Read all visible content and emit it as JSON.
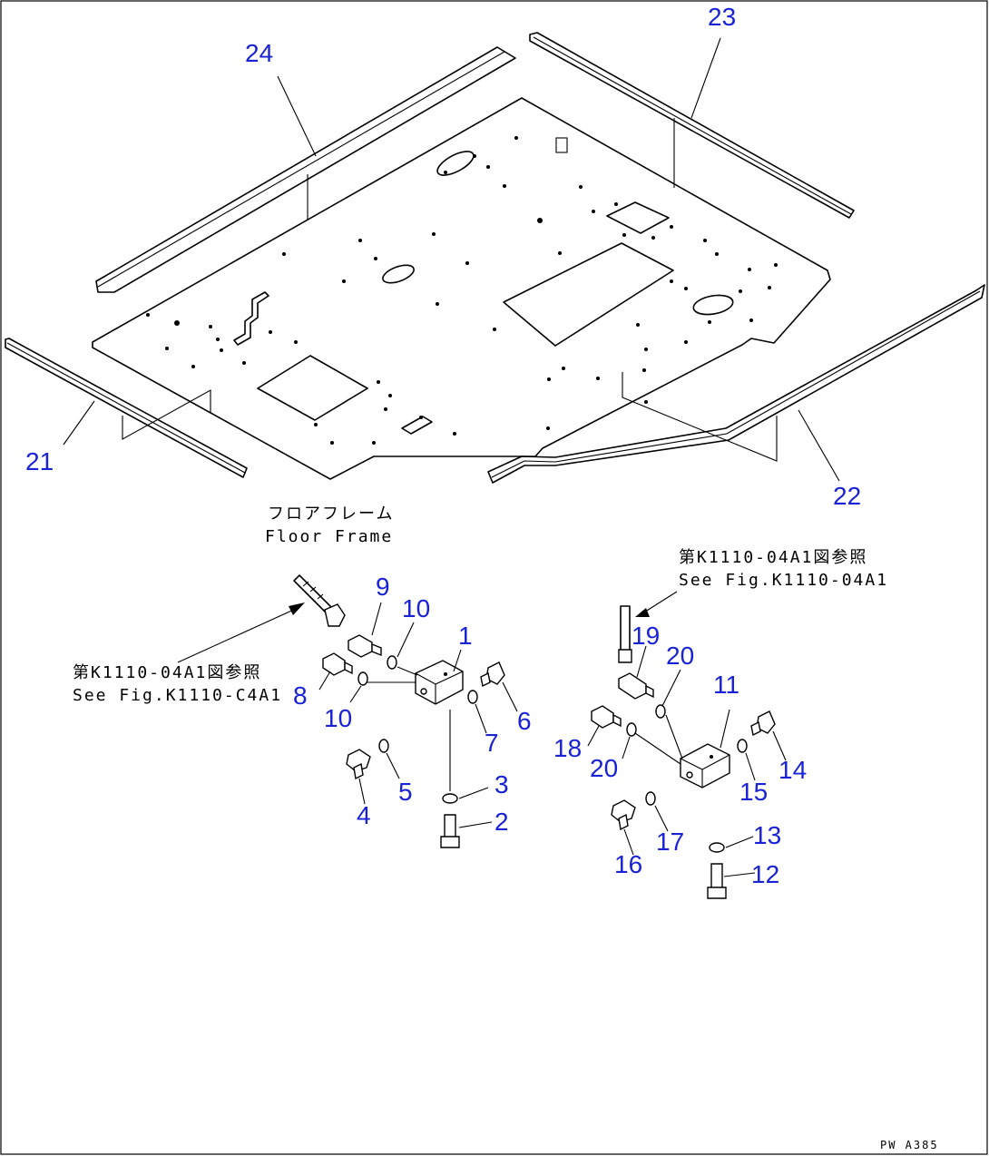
{
  "diagram": {
    "labels": {
      "p1": "1",
      "p2": "2",
      "p3": "3",
      "p4": "4",
      "p5": "5",
      "p6": "6",
      "p7": "7",
      "p8": "8",
      "p9": "9",
      "p10a": "10",
      "p10b": "10",
      "p11": "11",
      "p12": "12",
      "p13": "13",
      "p14": "14",
      "p15": "15",
      "p16": "16",
      "p17": "17",
      "p18": "18",
      "p19": "19",
      "p20a": "20",
      "p20b": "20",
      "p21": "21",
      "p22": "22",
      "p23": "23",
      "p24": "24"
    },
    "captions": {
      "floor_frame_jp": "フロアフレーム",
      "floor_frame_en": "Floor Frame",
      "ref_right_jp": "第K1110-04A1図参照",
      "ref_right_en": "See Fig.K1110-04A1",
      "ref_left_jp": "第K1110-04A1図参照",
      "ref_left_en": "See Fig.K1110-C4A1"
    },
    "footer_code": "PW A385",
    "colors": {
      "label": "#1a22d6",
      "line": "#000000"
    }
  }
}
